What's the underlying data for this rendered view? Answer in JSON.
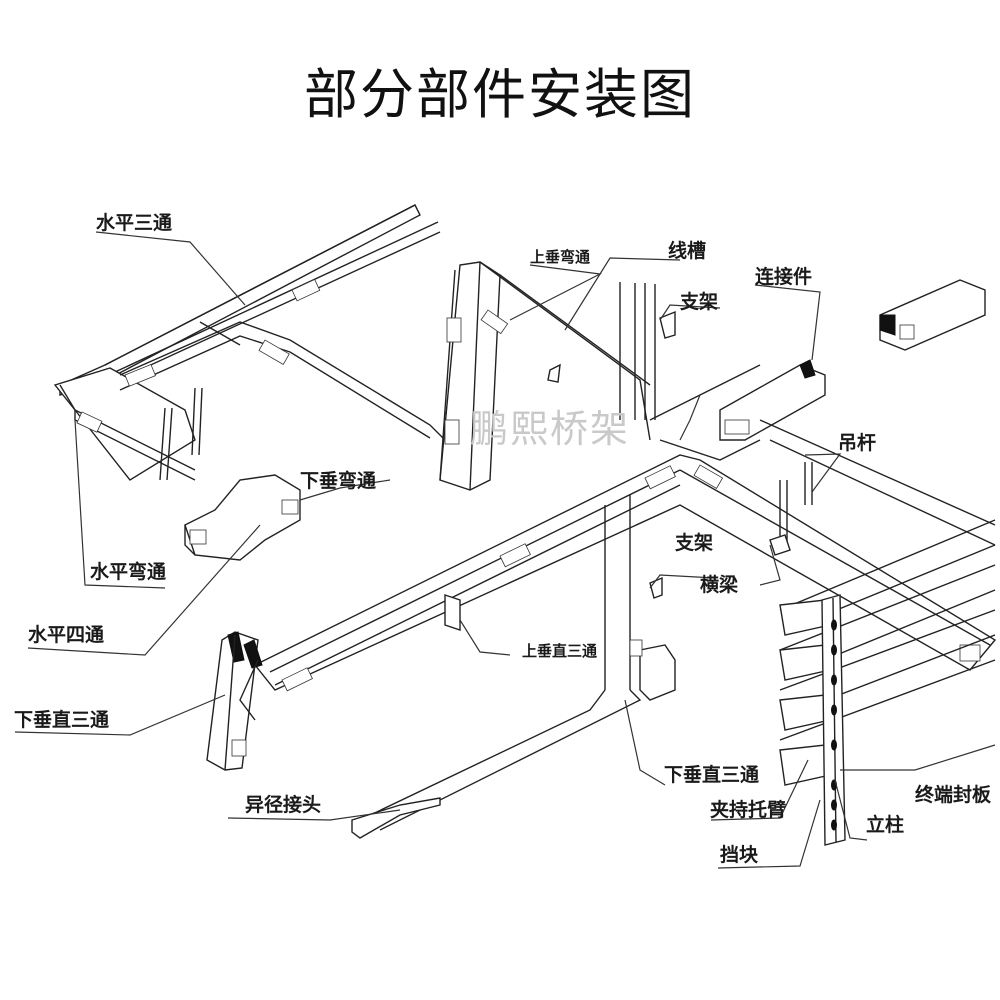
{
  "title": "部分部件安装图",
  "watermark": "鹏熙桥架",
  "labels": {
    "horizontal_tee": "水平三通",
    "horizontal_elbow": "水平弯通",
    "horizontal_cross": "水平四通",
    "down_vertical_tee_left": "下垂直三通",
    "reducer": "异径接头",
    "up_vertical_elbow": "上垂弯通",
    "cable_trunking": "线槽",
    "connector": "连接件",
    "bracket_top": "支架",
    "down_vertical_elbow": "下垂弯通",
    "hanger_rod": "吊杆",
    "bracket_mid": "支架",
    "crossbeam": "横梁",
    "up_vertical_tee": "上垂直三通",
    "down_vertical_tee_right": "下垂直三通",
    "clamp_arm": "夹持托臂",
    "end_cap": "终端封板",
    "column": "立柱",
    "stop_block": "挡块"
  }
}
